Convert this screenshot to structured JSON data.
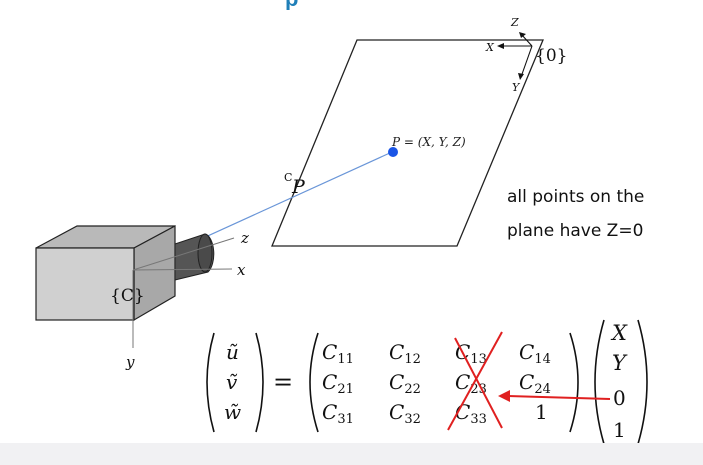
{
  "title_fragment": "p",
  "frame0": {
    "label": "{0}",
    "axis_z": "Z",
    "axis_x": "X",
    "axis_y": "Y"
  },
  "point": {
    "label": "P = (X, Y, Z)",
    "vector_label_super": "C",
    "vector_label": "P",
    "color": "#1a55e6"
  },
  "camera": {
    "frame_label": "{C}",
    "axis_z": "z",
    "axis_x": "x",
    "axis_y": "y"
  },
  "annotation": {
    "line1": "all points on the",
    "line2": "plane have Z=0"
  },
  "equation": {
    "lhs": [
      "ũ",
      "ṽ",
      "w̃"
    ],
    "equals": "=",
    "matrix": [
      [
        "C11",
        "C12",
        "C13",
        "C14"
      ],
      [
        "C21",
        "C22",
        "C23",
        "C24"
      ],
      [
        "C31",
        "C32",
        "C33",
        "1"
      ]
    ],
    "rhs": [
      "X",
      "Y",
      "0",
      "1"
    ],
    "crossed_column": 3,
    "strike_color": "#e02020"
  },
  "colors": {
    "box_face": "#d0d0d0",
    "lens": "#555555",
    "ray": "#6a96d8"
  }
}
